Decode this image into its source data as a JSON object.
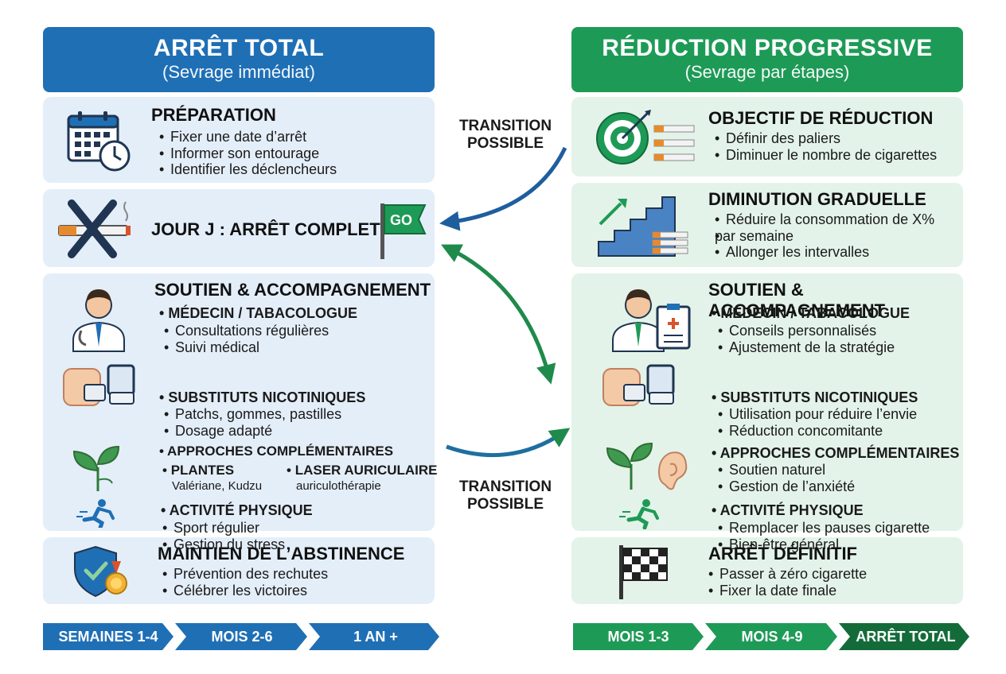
{
  "left": {
    "title": "ARRÊT TOTAL",
    "subtitle": "(Sevrage immédiat)",
    "preparation": {
      "title": "PRÉPARATION",
      "items": [
        "Fixer une date d’arrêt",
        "Informer son entourage",
        "Identifier les déclencheurs"
      ]
    },
    "jour_j": {
      "title": "JOUR J : ARRÊT COMPLET",
      "flag_label": "GO"
    },
    "soutien": {
      "title": "SOUTIEN & ACCOMPAGNEMENT",
      "medecin": {
        "title": "MÉDECIN / TABACOLOGUE",
        "items": [
          "Consultations régulières",
          "Suivi médical"
        ]
      },
      "substituts": {
        "title": "SUBSTITUTS NICOTINIQUES",
        "items": [
          "Patchs, gommes, pastilles",
          "Dosage adapté"
        ]
      },
      "approches": {
        "title": "APPROCHES COMPLÉMENTAIRES",
        "plantes": {
          "title": "PLANTES",
          "detail": "Valériane, Kudzu"
        },
        "laser": {
          "title": "LASER AURICULAIRE",
          "detail": "auriculothérapie"
        }
      },
      "activite": {
        "title": "ACTIVITÉ PHYSIQUE",
        "items": [
          "Sport régulier",
          "Gestion du stress"
        ]
      }
    },
    "maintien": {
      "title": "MAINTIEN DE L’ABSTINENCE",
      "items": [
        "Prévention des rechutes",
        "Célébrer les victoires"
      ]
    },
    "timeline": [
      "SEMAINES 1-4",
      "MOIS 2-6",
      "1 AN +"
    ]
  },
  "right": {
    "title": "RÉDUCTION PROGRESSIVE",
    "subtitle": "(Sevrage par étapes)",
    "objectif": {
      "title": "OBJECTIF DE RÉDUCTION",
      "items": [
        "Définir des paliers",
        "Diminuer le nombre de cigarettes"
      ]
    },
    "diminution": {
      "title": "DIMINUTION GRADUELLE",
      "items": [
        "Réduire la consommation de X%",
        "par semaine",
        "Allonger les intervalles"
      ]
    },
    "soutien": {
      "title": "SOUTIEN & ACCOMPAGNEMENT",
      "medecin": {
        "title": "MÉDECIN / TABACOLOGUE",
        "items": [
          "Conseils personnalisés",
          "Ajustement de la stratégie"
        ]
      },
      "substituts": {
        "title": "SUBSTITUTS NICOTINIQUES",
        "items": [
          "Utilisation pour réduire l’envie",
          "Réduction concomitante"
        ]
      },
      "approches": {
        "title": "APPROCHES COMPLÉMENTAIRES",
        "items": [
          "Soutien naturel",
          "Gestion de l’anxiété"
        ]
      },
      "activite": {
        "title": "ACTIVITÉ PHYSIQUE",
        "items": [
          "Remplacer les pauses cigarette",
          "Bien-être général"
        ]
      }
    },
    "arret": {
      "title": "ARRÊT DÉFINITIF",
      "items": [
        "Passer à zéro cigarette",
        "Fixer la date finale"
      ]
    },
    "timeline": [
      "MOIS 1-3",
      "MOIS 4-9",
      "ARRÊT TOTAL"
    ]
  },
  "transitions": {
    "top": [
      "TRANSITION",
      "POSSIBLE"
    ],
    "bottom": [
      "TRANSITION",
      "POSSIBLE"
    ]
  },
  "colors": {
    "blue": "#1f6fb5",
    "green": "#1e9a57",
    "dark_green": "#146b3a",
    "light_blue_card": "#e4eef9",
    "light_green_card": "#e3f3e9"
  }
}
